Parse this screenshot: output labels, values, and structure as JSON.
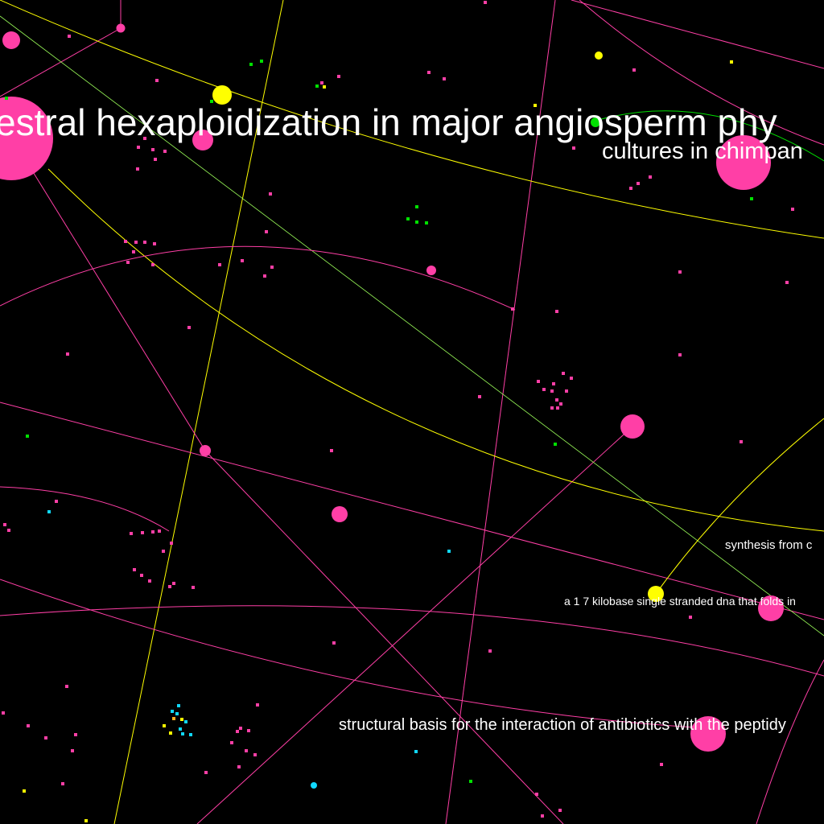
{
  "labels": {
    "title_main": "estral hexaploidization in major angiosperm phy",
    "title_sub": "cultures in chimpan",
    "label_synthesis": "synthesis from c",
    "label_kilobase": "a 1 7 kilobase single stranded dna that folds in",
    "label_structural": "structural basis for the interaction of antibiotics with the peptidy"
  },
  "colors": {
    "background": "#000000",
    "magenta": "#ff3fa6",
    "yellow": "#ffff00",
    "green": "#00e000",
    "cyan": "#10d8ff",
    "light_green_line": "#9cff5a",
    "orange": "#ffb020",
    "text": "#ffffff"
  }
}
